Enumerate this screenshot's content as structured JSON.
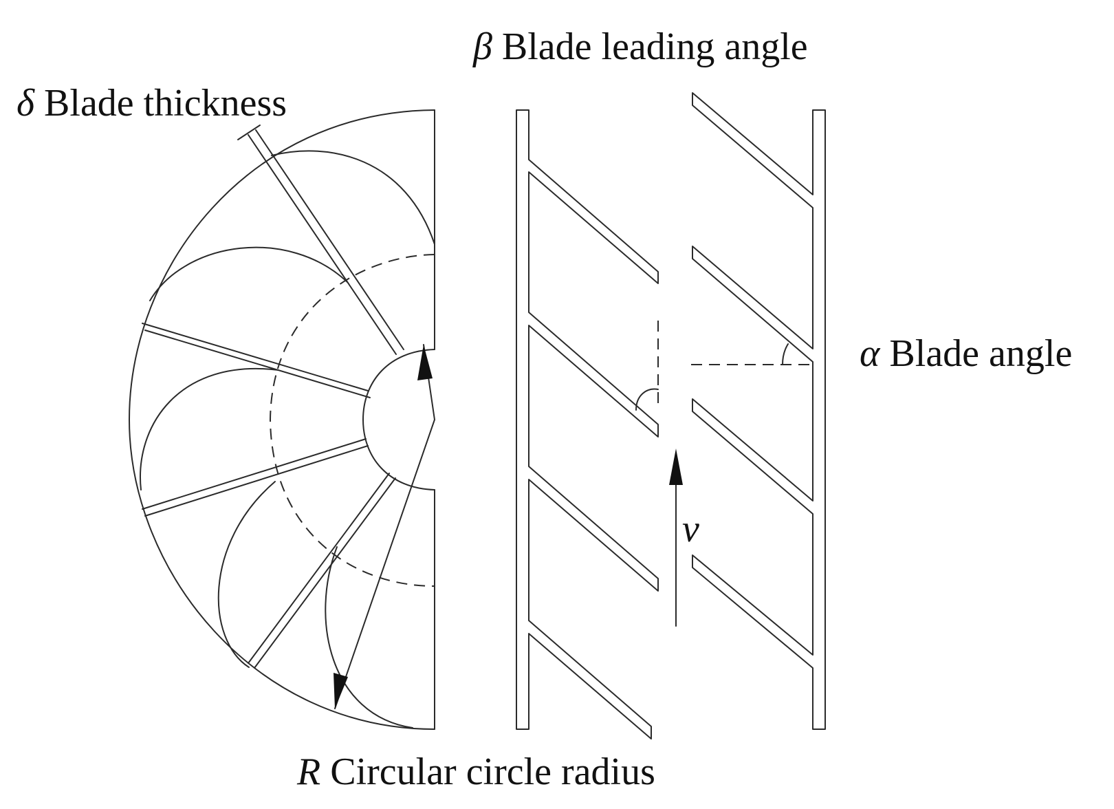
{
  "labels": {
    "thickness": {
      "symbol": "δ",
      "text": "Blade thickness"
    },
    "leading": {
      "symbol": "β",
      "text": "Blade leading angle"
    },
    "angle": {
      "symbol": "α",
      "text": "Blade angle"
    },
    "radius": {
      "symbol": "R",
      "text": "Circular circle radius"
    },
    "velocity": {
      "symbol": "v"
    }
  },
  "colors": {
    "line": "#2a2a2a",
    "text": "#111111",
    "background": "#ffffff"
  }
}
